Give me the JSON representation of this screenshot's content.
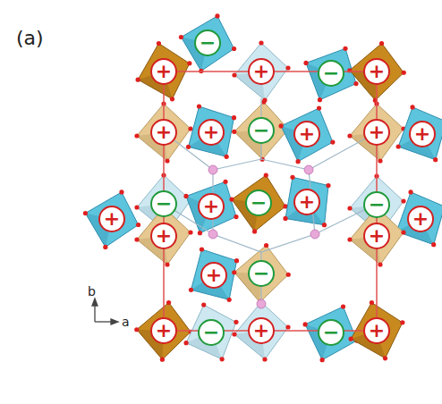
{
  "diagram": {
    "nodes": [
      {
        "text": [
          "−"
        ]
      },
      {
        "text": [
          "+"
        ]
      },
      {
        "text": [
          "+"
        ]
      },
      {
        "text": [
          "−"
        ]
      },
      {
        "text": [
          "+"
        ]
      },
      {
        "text": [
          "+"
        ]
      },
      {
        "text": [
          "+"
        ]
      },
      {
        "text": [
          "−"
        ]
      },
      {
        "text": [
          "+"
        ]
      },
      {
        "text": [
          "+"
        ]
      },
      {
        "text": [
          "+"
        ]
      },
      {
        "text": [
          "−"
        ]
      },
      {
        "text": [
          "+"
        ]
      },
      {
        "text": [
          "−"
        ]
      },
      {
        "text": [
          "+"
        ]
      },
      {
        "text": [
          "−"
        ]
      },
      {
        "text": [
          "+"
        ]
      },
      {
        "text": [
          "+"
        ]
      },
      {
        "text": [
          "+"
        ]
      },
      {
        "text": [
          "+"
        ]
      },
      {
        "text": [
          "+"
        ]
      },
      {
        "text": [
          "−"
        ]
      },
      {
        "text": [
          "+"
        ]
      },
      {
        "text": [
          "−"
        ]
      },
      {
        "text": [
          "+"
        ]
      },
      {
        "text": [
          "−"
        ]
      },
      {
        "text": [
          "+"
        ]
      }
    ],
    "labels": [
      "(a)",
      "b",
      "a"
    ]
  }
}
